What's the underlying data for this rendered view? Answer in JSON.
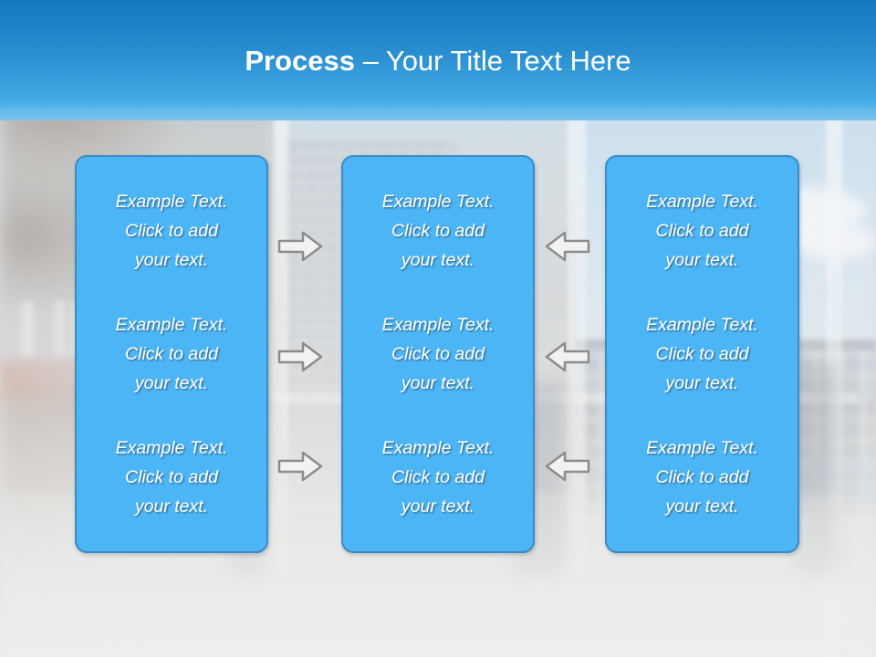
{
  "slide": {
    "title": {
      "bold_part": "Process",
      "rest_part": " – Your Title Text Here",
      "full": "Process – Your Title Text Here"
    },
    "background": {
      "type": "blurred-office-balcony-photo",
      "header_gradient_top": "#1479be",
      "header_gradient_bottom": "#59b9ef"
    }
  },
  "theme": {
    "box_fill": "#4cb5f5",
    "box_border": "#3c8cc4",
    "text_color": "#ffffff",
    "arrow_fill": "#f2f2f2",
    "arrow_stroke": "#8c8c8c",
    "title_color": "#ffffff"
  },
  "diagram": {
    "type": "process-flow",
    "columns": [
      {
        "id": "column-1",
        "items": [
          "Example Text.\nClick  to add\nyour text.",
          "Example Text.\nClick  to add\nyour text.",
          "Example Text.\nClick  to add\nyour text."
        ]
      },
      {
        "id": "column-2",
        "items": [
          "Example Text.\nClick  to add\nyour text.",
          "Example Text.\nClick  to add\nyour text.",
          "Example Text.\nClick  to add\nyour text."
        ]
      },
      {
        "id": "column-3",
        "items": [
          "Example Text.\nClick  to add\nyour text.",
          "Example Text.\nClick  to add\nyour text.",
          "Example Text.\nClick  to add\nyour text."
        ]
      }
    ],
    "connectors": [
      {
        "id": "left-row-1",
        "direction": "right",
        "from": "column-1",
        "to": "column-2"
      },
      {
        "id": "left-row-2",
        "direction": "right",
        "from": "column-1",
        "to": "column-2"
      },
      {
        "id": "left-row-3",
        "direction": "right",
        "from": "column-1",
        "to": "column-2"
      },
      {
        "id": "right-row-1",
        "direction": "left",
        "from": "column-3",
        "to": "column-2"
      },
      {
        "id": "right-row-2",
        "direction": "left",
        "from": "column-3",
        "to": "column-2"
      },
      {
        "id": "right-row-3",
        "direction": "left",
        "from": "column-3",
        "to": "column-2"
      }
    ]
  }
}
